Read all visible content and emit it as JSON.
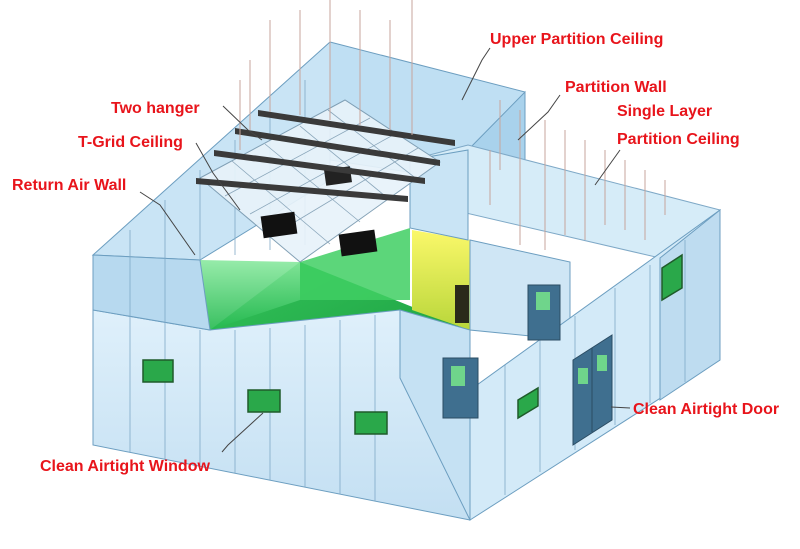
{
  "labels": {
    "upper_partition_ceiling": "Upper Partition Ceiling",
    "partition_wall": "Partition Wall",
    "single_layer": "Single Layer",
    "partition_ceiling": "Partition Ceiling",
    "two_hanger": "Two hanger",
    "t_grid_ceiling": "T-Grid Ceiling",
    "return_air_wall": "Return Air Wall",
    "clean_airtight_door": "Clean Airtight Door",
    "clean_airtight_window": "Clean Airtight Window"
  },
  "colors": {
    "label_red": "#e8141b",
    "wall_blue": "#cfe6f5",
    "floor_green": "#21b14c",
    "glow_green": "#5fe07a",
    "glow_yellow": "#f2ef2b"
  }
}
